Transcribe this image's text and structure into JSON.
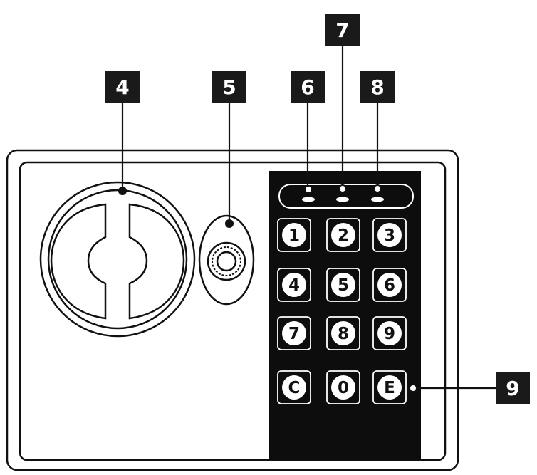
{
  "callouts": [
    {
      "id": "4",
      "label": "4",
      "target": "handle"
    },
    {
      "id": "5",
      "label": "5",
      "target": "key-lock"
    },
    {
      "id": "6",
      "label": "6",
      "target": "indicator-left"
    },
    {
      "id": "7",
      "label": "7",
      "target": "indicator-center"
    },
    {
      "id": "8",
      "label": "8",
      "target": "indicator-right"
    },
    {
      "id": "9",
      "label": "9",
      "target": "reset-button"
    }
  ],
  "keypad": {
    "keys": [
      "1",
      "2",
      "3",
      "4",
      "5",
      "6",
      "7",
      "8",
      "9",
      "C",
      "0",
      "E"
    ]
  },
  "colors": {
    "ink": "#111111",
    "panel": "#0d0d0d",
    "callout_bg": "#1a1a1a",
    "key_face": "#ffffff",
    "background": "#ffffff"
  }
}
